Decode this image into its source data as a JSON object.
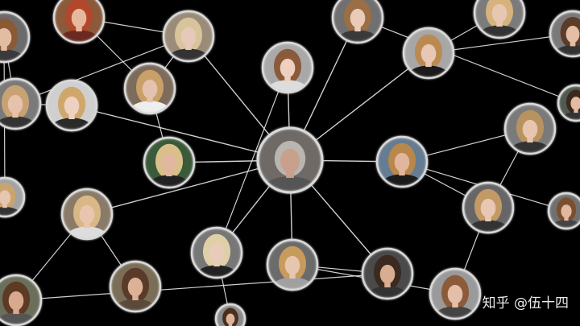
{
  "watermark": "知乎 @伍十四",
  "colors": {
    "background": "#000000",
    "edge": "#e6e6e6",
    "node_border": "#d9d9d9"
  },
  "nodes": [
    {
      "id": "center",
      "name": "center-portrait-node",
      "bg": "#6f6a66",
      "face": "#c9a08b",
      "hair": "#b9b6b2",
      "cloth": "#555",
      "hub": true
    },
    {
      "id": "n1",
      "name": "portrait-node",
      "bg": "#3a5a3a",
      "face": "#e2b7a0",
      "hair": "#d9c08a",
      "cloth": "#222"
    },
    {
      "id": "n2",
      "name": "portrait-node",
      "bg": "#7d6b5b",
      "face": "#e4c2ad",
      "hair": "#c9a068",
      "cloth": "#eee"
    },
    {
      "id": "n3",
      "name": "portrait-node",
      "bg": "#9a8c78",
      "face": "#e6c9b8",
      "hair": "#d8c49a",
      "cloth": "#333"
    },
    {
      "id": "n4",
      "name": "portrait-node",
      "bg": "#8a5a3a",
      "face": "#e7b89e",
      "hair": "#b3472c",
      "cloth": "#6a2a20"
    },
    {
      "id": "n5",
      "name": "portrait-node",
      "bg": "#a9a9a9",
      "face": "#efd0c0",
      "hair": "#8a5a3a",
      "cloth": "#ddd"
    },
    {
      "id": "n6",
      "name": "portrait-node",
      "bg": "#cfcfcf",
      "face": "#eed1c0",
      "hair": "#cfa76a",
      "cloth": "#2a2a2a"
    },
    {
      "id": "n7",
      "name": "portrait-node",
      "bg": "#777",
      "face": "#e9cbb9",
      "hair": "#e0d0a8",
      "cloth": "#222"
    },
    {
      "id": "n8",
      "name": "portrait-node",
      "bg": "#6b6b6b",
      "face": "#e7c6b0",
      "hair": "#c69b5c",
      "cloth": "#a0a0a0"
    },
    {
      "id": "n9",
      "name": "portrait-node",
      "bg": "#4a4a4a",
      "face": "#d9ad91",
      "hair": "#3a2a1f",
      "cloth": "#333"
    },
    {
      "id": "n10",
      "name": "portrait-node",
      "bg": "#7b6e58",
      "face": "#dcb196",
      "hair": "#5a3b2a",
      "cloth": "#5a4a3a"
    },
    {
      "id": "n11",
      "name": "portrait-node",
      "bg": "#8a7b68",
      "face": "#e9c5ae",
      "hair": "#d8b887",
      "cloth": "#ddd"
    },
    {
      "id": "n12",
      "name": "portrait-node",
      "bg": "#657c93",
      "face": "#e2b69d",
      "hair": "#b7874c",
      "cloth": "#1b1b1b"
    },
    {
      "id": "n13",
      "name": "portrait-node",
      "bg": "#707070",
      "face": "#e9cbb7",
      "hair": "#9b6e45",
      "cloth": "#3a3a3a"
    },
    {
      "id": "n14",
      "name": "portrait-node",
      "bg": "#5d5d5d",
      "face": "#e1b9a0",
      "hair": "#c89a5f",
      "cloth": "#333"
    },
    {
      "id": "n15",
      "name": "portrait-node",
      "bg": "#a7a7a7",
      "face": "#e8c8b4",
      "hair": "#bb8a52",
      "cloth": "#1b1b1b"
    },
    {
      "id": "n16",
      "name": "portrait-node",
      "bg": "#6a6f5a",
      "face": "#d8a98f",
      "hair": "#5c3a24",
      "cloth": "#555"
    },
    {
      "id": "n17",
      "name": "portrait-node",
      "bg": "#8a8a8a",
      "face": "#ddb39a",
      "hair": "#4a2e1e",
      "cloth": "#333"
    },
    {
      "id": "n18",
      "name": "portrait-node",
      "bg": "#7a7a7a",
      "face": "#e6c2aa",
      "hair": "#c8a274",
      "cloth": "#333"
    },
    {
      "id": "n19",
      "name": "portrait-node",
      "bg": "#6b6b6b",
      "face": "#e3bca4",
      "hair": "#8a5a34",
      "cloth": "#3a3a3a"
    },
    {
      "id": "n20",
      "name": "portrait-node",
      "bg": "#a3a3a3",
      "face": "#e7c6b1",
      "hair": "#c9a46e",
      "cloth": "#333"
    },
    {
      "id": "n21",
      "name": "portrait-node",
      "bg": "#707070",
      "face": "#dfb59b",
      "hair": "#6a452c",
      "cloth": "#444"
    },
    {
      "id": "n22",
      "name": "portrait-node",
      "bg": "#7b7b7b",
      "face": "#e8c7b2",
      "hair": "#d6b27d",
      "cloth": "#333"
    },
    {
      "id": "n23",
      "name": "portrait-node",
      "bg": "#9a9a9a",
      "face": "#e4bea6",
      "hair": "#8c5b3a",
      "cloth": "#444"
    },
    {
      "id": "n24",
      "name": "portrait-node",
      "bg": "#666",
      "face": "#e8c8b3",
      "hair": "#c39a66",
      "cloth": "#333"
    },
    {
      "id": "n25",
      "name": "portrait-node",
      "bg": "#7a7a7a",
      "face": "#e4bea5",
      "hair": "#5c3b27",
      "cloth": "#333"
    },
    {
      "id": "n26",
      "name": "portrait-node",
      "bg": "#505a50",
      "face": "#e2bba2",
      "hair": "#3a2a1e",
      "cloth": "#333"
    },
    {
      "id": "n27",
      "name": "portrait-node",
      "bg": "#888",
      "face": "#e6c3ac",
      "hair": "#a57a50",
      "cloth": "#333"
    },
    {
      "id": "n28",
      "name": "portrait-node",
      "bg": "#7a7a7a",
      "face": "#e7c5ae",
      "hair": "#b9935f",
      "cloth": "#333"
    },
    {
      "id": "n29",
      "name": "portrait-node",
      "bg": "#707070",
      "face": "#e2b99f",
      "hair": "#7a4f30",
      "cloth": "#444"
    }
  ],
  "edges": [
    [
      "center",
      "n1"
    ],
    [
      "center",
      "n3"
    ],
    [
      "center",
      "n5"
    ],
    [
      "center",
      "n6"
    ],
    [
      "center",
      "n7"
    ],
    [
      "center",
      "n8"
    ],
    [
      "center",
      "n9"
    ],
    [
      "center",
      "n11"
    ],
    [
      "center",
      "n12"
    ],
    [
      "center",
      "n13"
    ],
    [
      "center",
      "n14"
    ],
    [
      "center",
      "n15"
    ],
    [
      "n1",
      "n2"
    ],
    [
      "n2",
      "n3"
    ],
    [
      "n3",
      "n4"
    ],
    [
      "n5",
      "n7"
    ],
    [
      "n7",
      "n17"
    ],
    [
      "n9",
      "n8"
    ],
    [
      "n9",
      "n16"
    ],
    [
      "n10",
      "n14"
    ],
    [
      "n10",
      "n11"
    ],
    [
      "n11",
      "n16"
    ],
    [
      "n12",
      "n24"
    ],
    [
      "n12",
      "n28"
    ],
    [
      "n12",
      "n29"
    ],
    [
      "n13",
      "n26"
    ],
    [
      "n13",
      "n27"
    ],
    [
      "n14",
      "n15"
    ],
    [
      "n15",
      "n22"
    ],
    [
      "n15",
      "n25"
    ],
    [
      "n18",
      "n19"
    ],
    [
      "n19",
      "n20"
    ],
    [
      "n20",
      "n21"
    ],
    [
      "n21",
      "n22"
    ],
    [
      "n23",
      "n24"
    ],
    [
      "n24",
      "n28"
    ],
    [
      "n3",
      "n18"
    ],
    [
      "n6",
      "n18"
    ],
    [
      "n8",
      "n23"
    ],
    [
      "n2",
      "n4"
    ]
  ]
}
